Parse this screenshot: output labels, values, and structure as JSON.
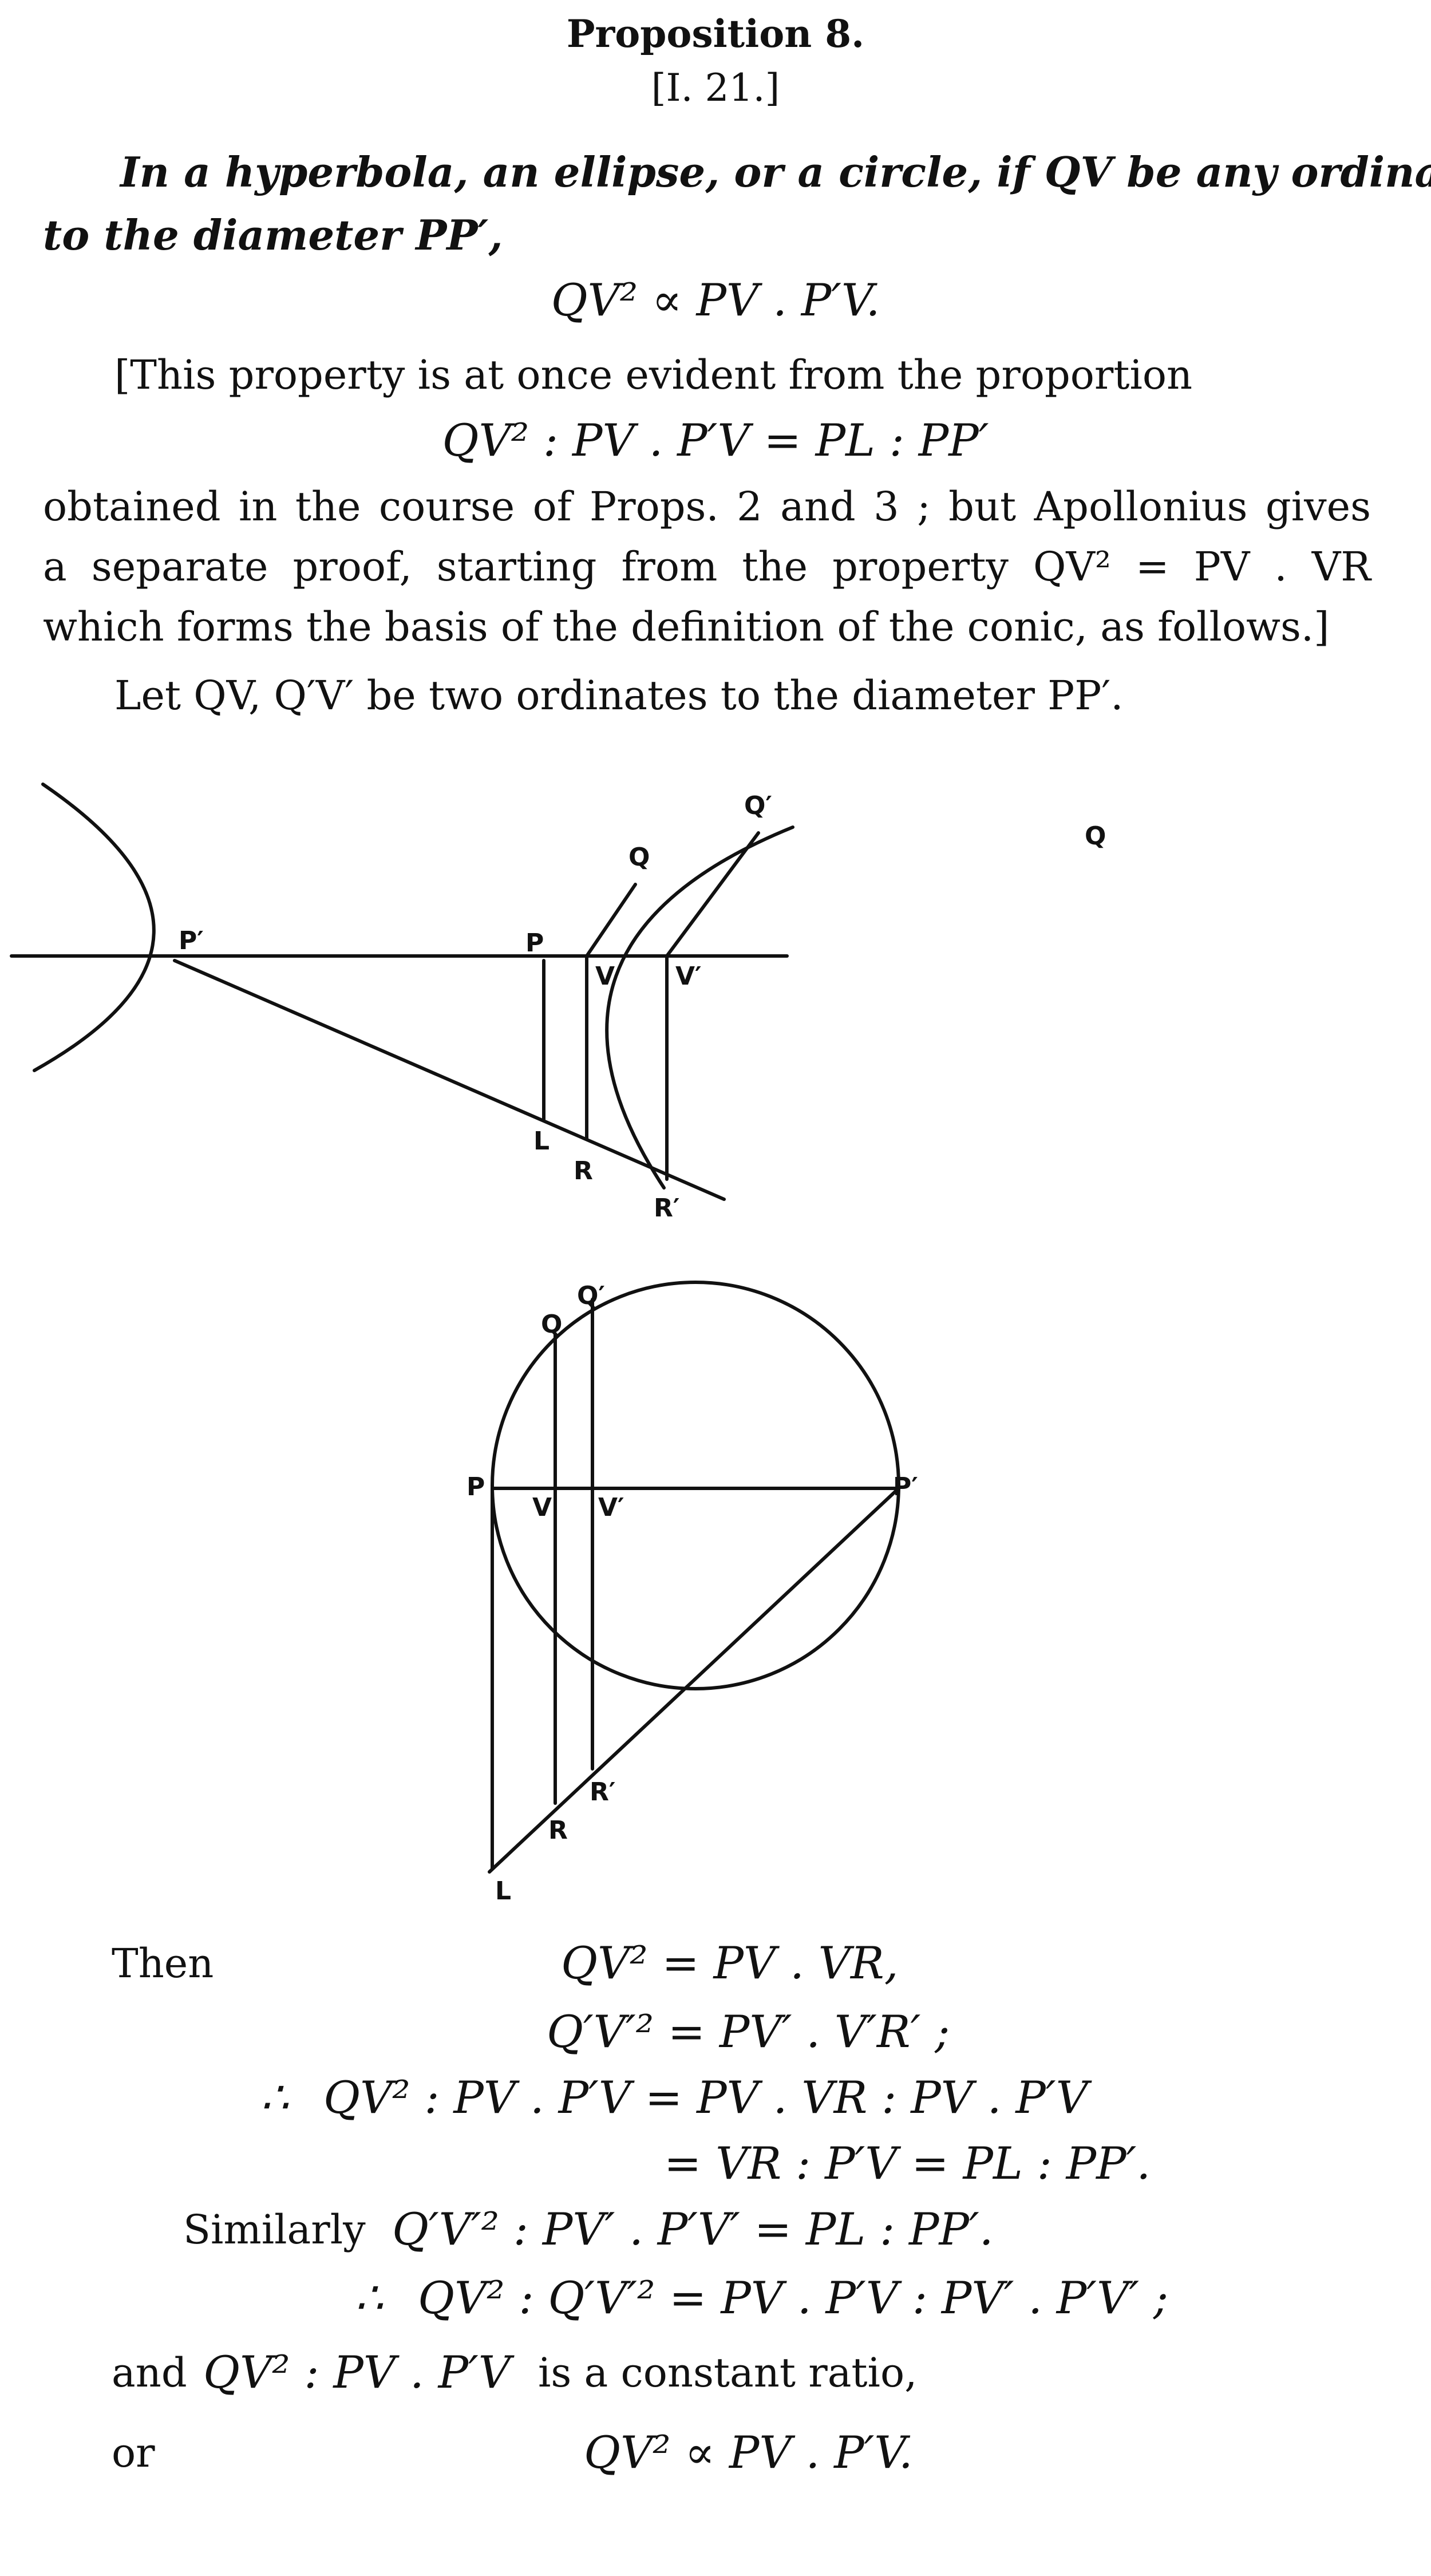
{
  "heading": {
    "title": "Proposition 8.",
    "reference": "[I. 21.]"
  },
  "enunciation": {
    "line1": "In a hyperbola, an ellipse, or a circle, if QV be any ordinate",
    "line2": "to the diameter PP′,",
    "formula": "QV² ∝ PV . P′V."
  },
  "remark": {
    "line1": "[This property is at once evident from the proportion",
    "formula": "QV² : PV . P′V = PL : PP′",
    "line2": "obtained in the course of Props. 2 and 3 ; but Apollonius gives",
    "line3": "a separate proof, starting from the property QV² = PV . VR",
    "line4": "which forms the basis of the definition of the conic, as follows.]"
  },
  "setup": {
    "line": "Let QV, Q′V′ be two ordinates to the diameter PP′."
  },
  "figure_hyperbola": {
    "labels": {
      "p_prime": "P′",
      "p": "P",
      "q": "Q",
      "q_prime": "Q′",
      "v": "V",
      "v_prime": "V′",
      "l": "L",
      "r": "R",
      "r_prime": "R′",
      "stray_q": "Q"
    }
  },
  "figure_circle": {
    "labels": {
      "p": "P",
      "p_prime": "P′",
      "q": "Q",
      "q_prime": "Q′",
      "v": "V",
      "v_prime": "V′",
      "r": "R",
      "r_prime": "R′",
      "l": "L"
    }
  },
  "proof": {
    "then_label": "Then",
    "eq1": "QV² = PV . VR,",
    "eq2": "Q′V′² = PV′ . V′R′ ;",
    "eq3_prefix": "∴",
    "eq3": "QV² : PV . P′V = PV . VR : PV . P′V",
    "eq4": "= VR : P′V = PL : PP′.",
    "similarly_word": "Similarly",
    "similarly_formula": "Q′V′² : PV′ . P′V′ = PL : PP′.",
    "eq5_prefix": "∴",
    "eq5": "QV² : Q′V′² = PV . P′V : PV′ . P′V′ ;",
    "and_word": "and",
    "constant_formula": "QV² : PV . P′V",
    "constant_text": "is a constant ratio,",
    "or_word": "or",
    "final": "QV² ∝ PV . P′V."
  }
}
